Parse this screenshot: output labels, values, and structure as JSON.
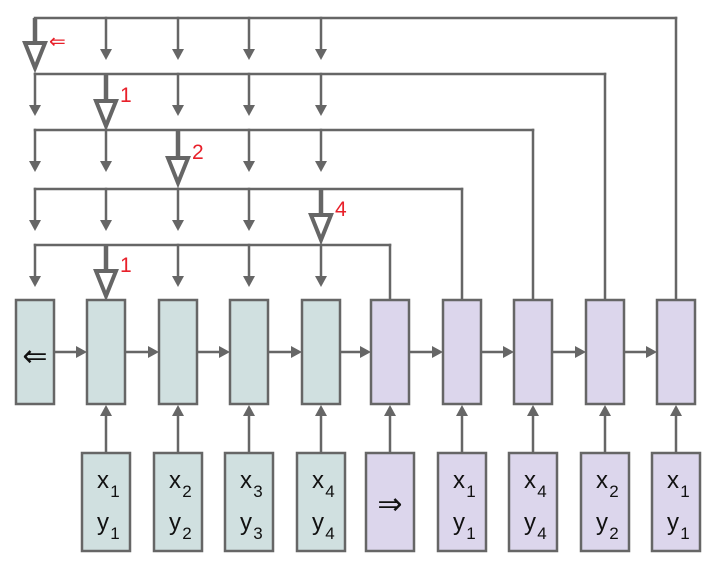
{
  "colors": {
    "line": "#666666",
    "encoder_fill": "#d0e0e0",
    "decoder_fill": "#dcd6ec",
    "pointer_label": "#e8202a",
    "text": "#111111"
  },
  "encoder": {
    "cells": [
      {
        "symbol": "⇐"
      },
      {
        "symbol": ""
      },
      {
        "symbol": ""
      },
      {
        "symbol": ""
      },
      {
        "symbol": ""
      }
    ],
    "inputs": [
      {
        "x": "x",
        "xi": "1",
        "y": "y",
        "yi": "1"
      },
      {
        "x": "x",
        "xi": "2",
        "y": "y",
        "yi": "2"
      },
      {
        "x": "x",
        "xi": "3",
        "y": "y",
        "yi": "3"
      },
      {
        "x": "x",
        "xi": "4",
        "y": "y",
        "yi": "4"
      }
    ]
  },
  "decoder": {
    "cells": [
      {
        "symbol": ""
      },
      {
        "symbol": ""
      },
      {
        "symbol": ""
      },
      {
        "symbol": ""
      },
      {
        "symbol": ""
      }
    ],
    "start_symbol": "⇒",
    "inputs": [
      {
        "x": "x",
        "xi": "1",
        "y": "y",
        "yi": "1"
      },
      {
        "x": "x",
        "xi": "4",
        "y": "y",
        "yi": "4"
      },
      {
        "x": "x",
        "xi": "2",
        "y": "y",
        "yi": "2"
      },
      {
        "x": "x",
        "xi": "1",
        "y": "y",
        "yi": "1"
      }
    ]
  },
  "attention_rows": [
    {
      "pointer": "⇐"
    },
    {
      "pointer": "1"
    },
    {
      "pointer": "2"
    },
    {
      "pointer": "4"
    },
    {
      "pointer": "1"
    }
  ]
}
